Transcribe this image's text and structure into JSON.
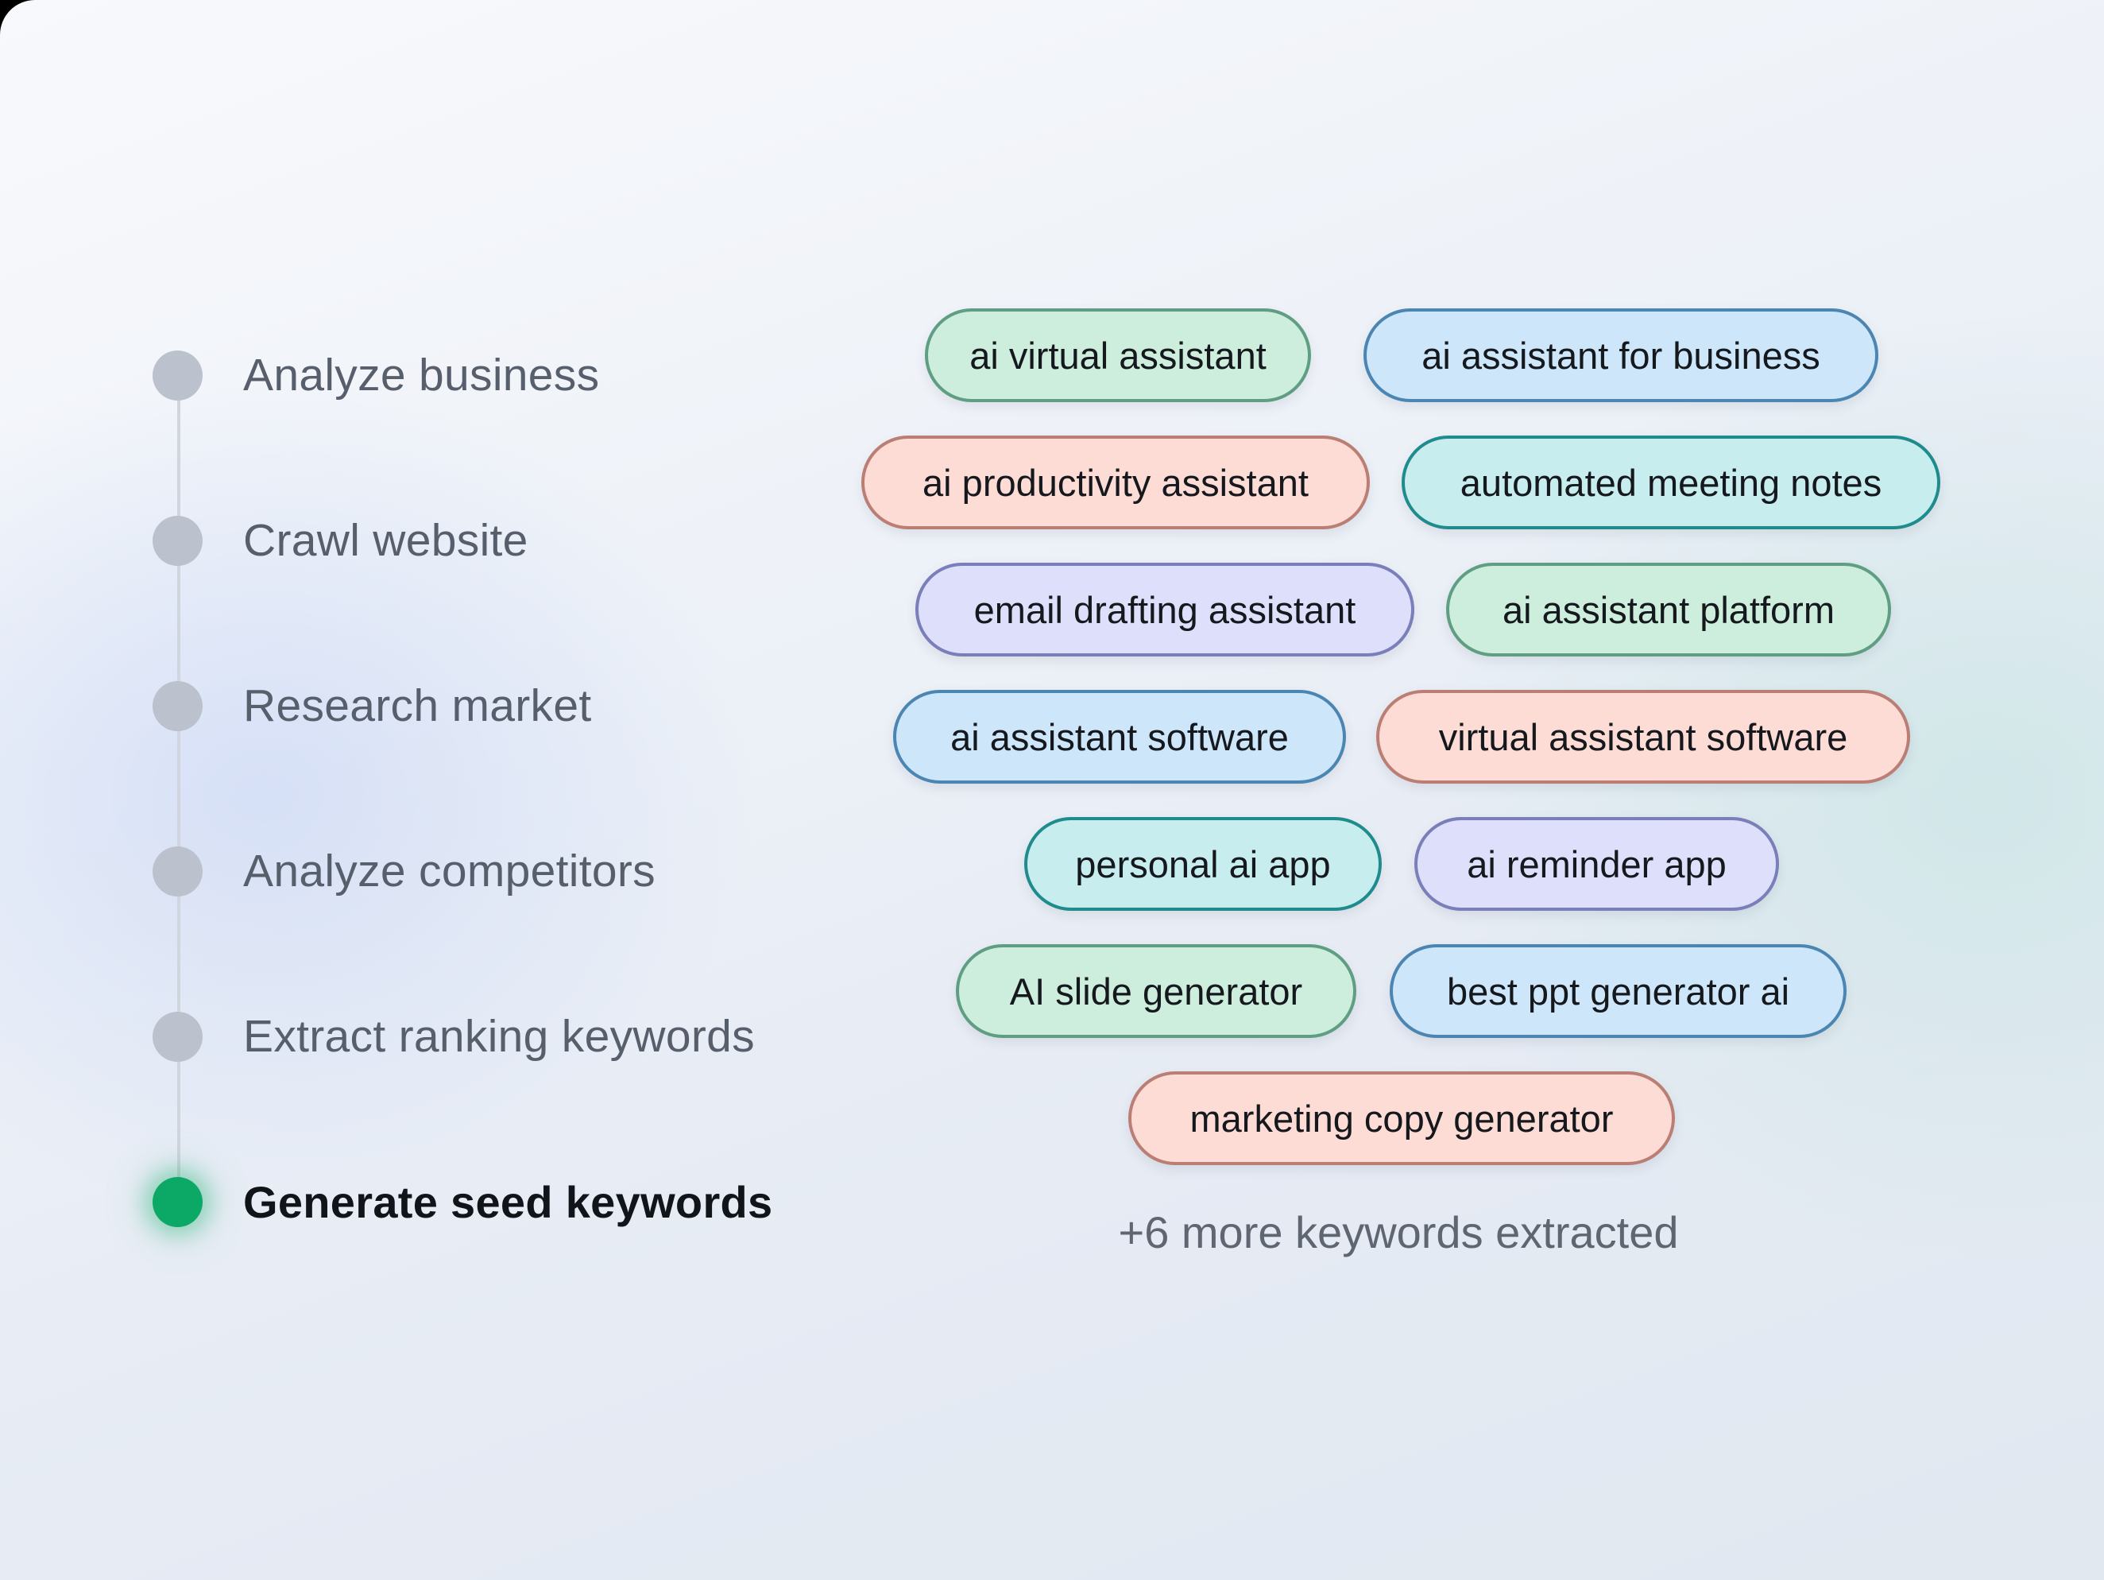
{
  "steps": [
    {
      "label": "Analyze business",
      "status": "done"
    },
    {
      "label": "Crawl website",
      "status": "done"
    },
    {
      "label": "Research market",
      "status": "done"
    },
    {
      "label": "Analyze competitors",
      "status": "done"
    },
    {
      "label": "Extract ranking keywords",
      "status": "done"
    },
    {
      "label": "Generate seed keywords",
      "status": "active"
    }
  ],
  "keywords": [
    {
      "label": "ai virtual assistant",
      "color": "green"
    },
    {
      "label": "ai assistant for business",
      "color": "blue"
    },
    {
      "label": "ai productivity assistant",
      "color": "salmon"
    },
    {
      "label": "automated meeting notes",
      "color": "teal"
    },
    {
      "label": "email drafting assistant",
      "color": "lavender"
    },
    {
      "label": "ai assistant platform",
      "color": "green"
    },
    {
      "label": "ai assistant software",
      "color": "blue"
    },
    {
      "label": "virtual assistant software",
      "color": "salmon"
    },
    {
      "label": "personal ai app",
      "color": "teal"
    },
    {
      "label": "ai reminder app",
      "color": "lavender"
    },
    {
      "label": "AI slide generator",
      "color": "green"
    },
    {
      "label": "best ppt generator ai",
      "color": "blue"
    },
    {
      "label": "marketing copy generator",
      "color": "salmon"
    }
  ],
  "more_keywords_text": "+6 more keywords extracted",
  "colors": {
    "active_step": "#0ca865",
    "inactive_step": "#bcc2cd",
    "pill_green": "#cdeedd",
    "pill_blue": "#cde6fa",
    "pill_salmon": "#fddcd6",
    "pill_teal": "#c8edee",
    "pill_lavender": "#dddffb"
  }
}
